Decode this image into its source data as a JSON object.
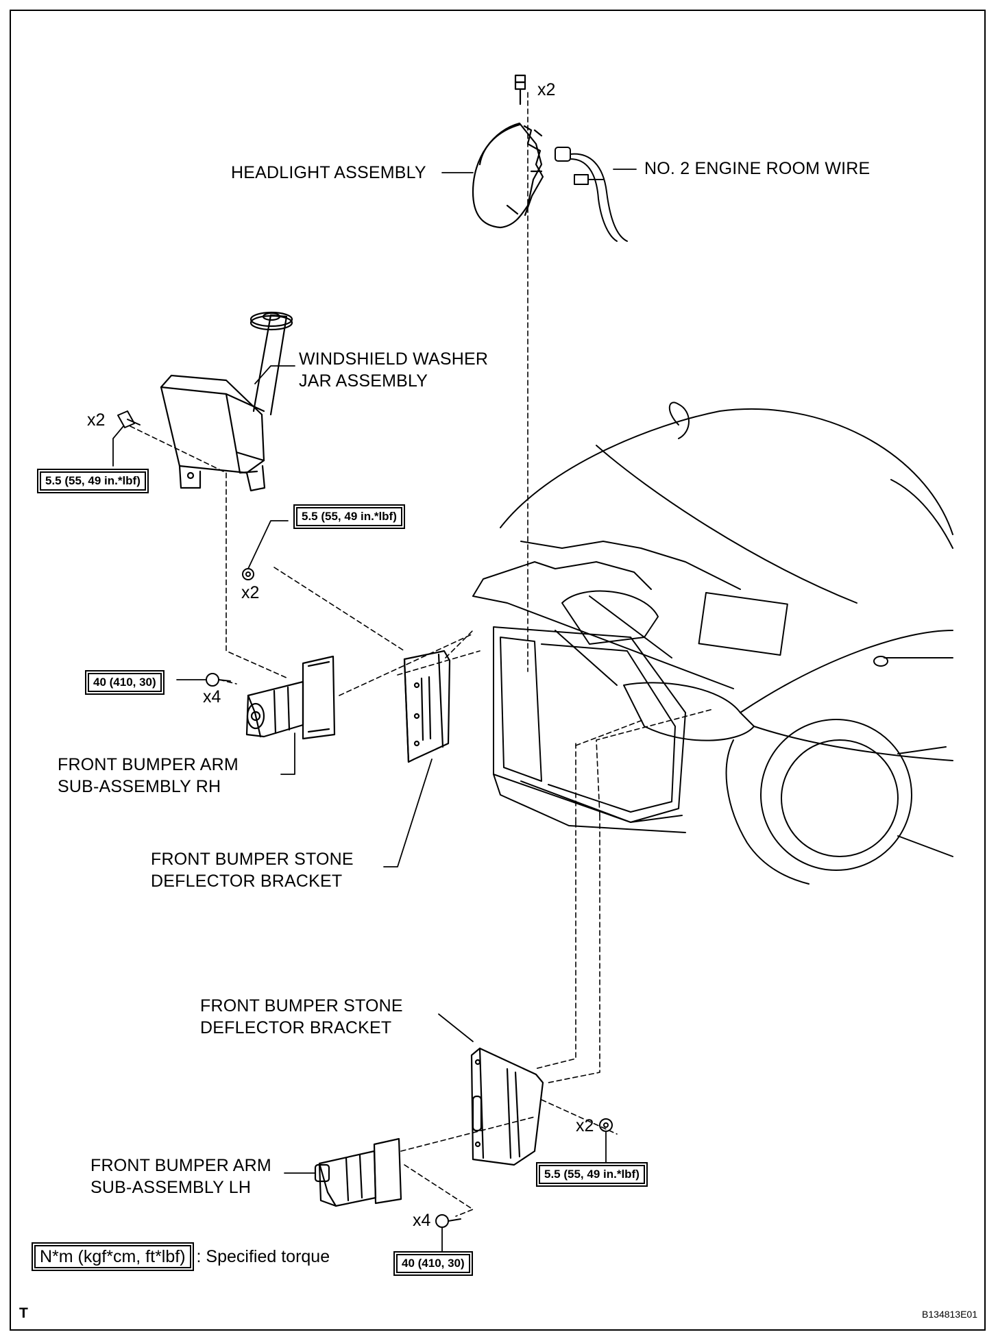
{
  "labels": {
    "headlight": "HEADLIGHT ASSEMBLY",
    "wire": "NO. 2 ENGINE ROOM WIRE",
    "washer": "WINDSHIELD WASHER\nJAR ASSEMBLY",
    "arm_rh": "FRONT BUMPER ARM\nSUB-ASSEMBLY RH",
    "deflector_upper": "FRONT BUMPER STONE\nDEFLECTOR BRACKET",
    "deflector_lower": "FRONT BUMPER STONE\nDEFLECTOR BRACKET",
    "arm_lh": "FRONT BUMPER ARM\nSUB-ASSEMBLY LH"
  },
  "quantities": {
    "headlight_bolts": "x2",
    "washer_bolts": "x2",
    "washer_nuts": "x2",
    "arm_rh_bolts": "x4",
    "deflector_nuts": "x2",
    "arm_lh_bolts": "x4"
  },
  "torques": {
    "washer_bolt": "5.5 (55, 49 in.*lbf)",
    "washer_nut": "5.5 (55, 49 in.*lbf)",
    "arm_rh": "40 (410, 30)",
    "deflector_nut": "5.5 (55, 49 in.*lbf)",
    "arm_lh": "40 (410, 30)"
  },
  "legend": {
    "unit": "N*m (kgf*cm, ft*lbf)",
    "text": ": Specified torque"
  },
  "corner_mark": "T",
  "figure_id": "B134813E01"
}
